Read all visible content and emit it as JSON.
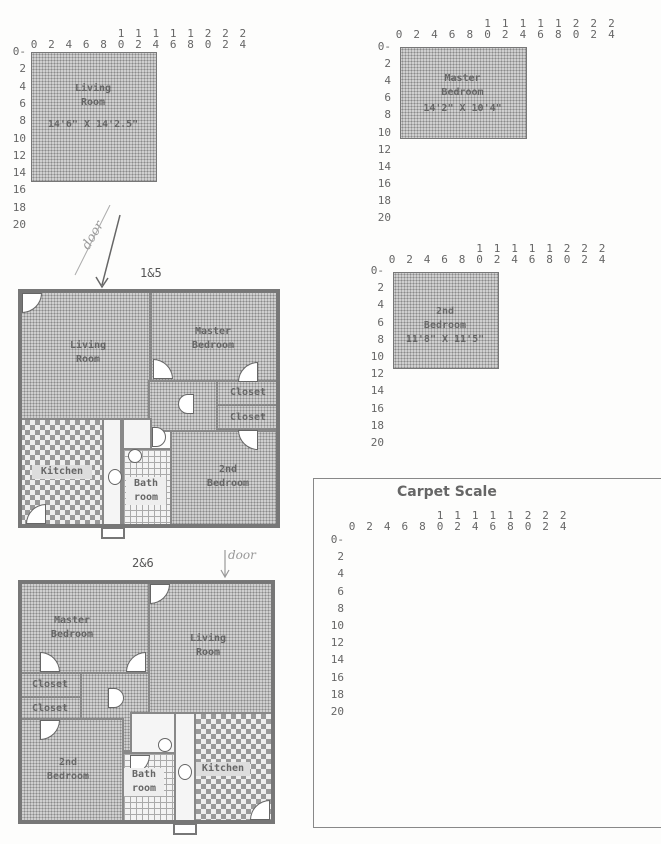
{
  "axes": {
    "x_ticks": [
      "0",
      "2",
      "4",
      "6",
      "8",
      "10",
      "12",
      "14",
      "16",
      "18",
      "20",
      "22",
      "24"
    ],
    "y_ticks": [
      "0",
      "2",
      "4",
      "6",
      "8",
      "10",
      "12",
      "14",
      "16",
      "18",
      "20"
    ]
  },
  "scale_grids": [
    {
      "room": "Living Room",
      "line1": "Living",
      "line2": "Room",
      "dimensions": "14'6\" X 14'2.5\""
    },
    {
      "room": "Master Bedroom",
      "line1": "Master",
      "line2": "Bedroom",
      "dimensions": "14'2\" X 10'4\""
    },
    {
      "room": "2nd Bedroom",
      "line1": "2nd",
      "line2": "Bedroom",
      "dimensions": "11'8\" X 11'5\""
    }
  ],
  "carpet_scale": {
    "title": "Carpet Scale"
  },
  "plans": [
    {
      "title": "1&5",
      "annotation": "door",
      "rooms": {
        "living": [
          "Living",
          "Room"
        ],
        "master": [
          "Master",
          "Bedroom"
        ],
        "closet1": "Closet",
        "closet2": "Closet",
        "kitchen": "Kitchen",
        "bath": [
          "Bath",
          "room"
        ],
        "second": [
          "2nd",
          "Bedroom"
        ]
      }
    },
    {
      "title": "2&6",
      "annotation": "door",
      "rooms": {
        "living": [
          "Living",
          "Room"
        ],
        "master": [
          "Master",
          "Bedroom"
        ],
        "closet1": "Closet",
        "closet2": "Closet",
        "kitchen": "Kitchen",
        "bath": [
          "Bath",
          "room"
        ],
        "second": [
          "2nd",
          "Bedroom"
        ]
      }
    }
  ]
}
